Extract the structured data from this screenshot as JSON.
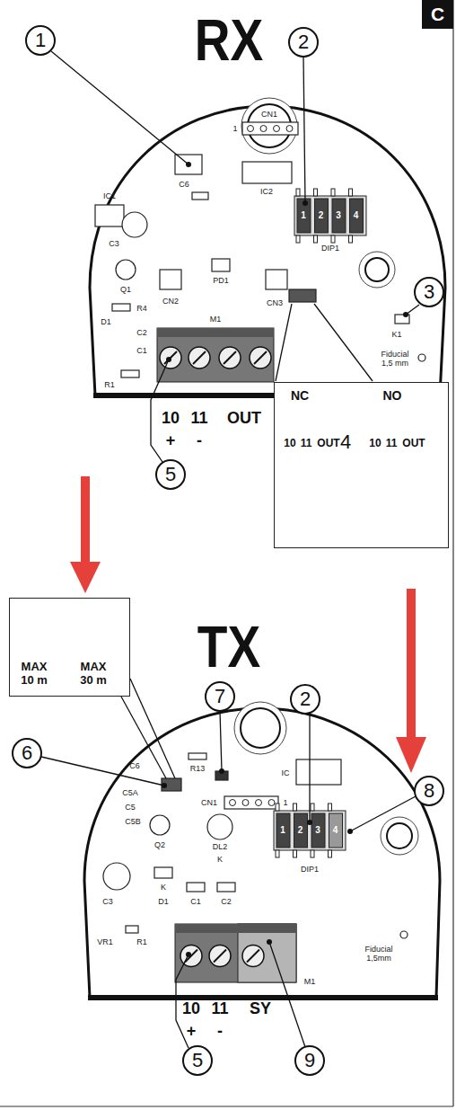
{
  "diagram": {
    "nodes": [
      {
        "text": [
          "C"
        ]
      },
      {
        "text": [
          "NC",
          "NO",
          "10",
          "11",
          "OUT",
          "10",
          "11",
          "OUT"
        ]
      },
      {
        "text": [
          "MAX 10 m",
          "MAX 30 m"
        ]
      }
    ],
    "labels": [
      "RX",
      "1",
      "2",
      "1",
      "CN1",
      "IC1",
      "C6",
      "IC2",
      "1",
      "2",
      "3",
      "4",
      "DIP1",
      "C3",
      "CN2",
      "PD1",
      "CN3",
      "3",
      "Q1",
      "D1",
      "R4",
      "C2",
      "C1",
      "R1",
      "M1",
      "K1",
      "Fiducial 1,5 mm",
      "10",
      "11",
      "OUT",
      "+",
      "-",
      "4",
      "5",
      "TX",
      "7",
      "2",
      "6",
      "C6",
      "R13",
      "IC",
      "C5A",
      "C5",
      "C5B",
      "CN1",
      "1",
      "8",
      "1",
      "2",
      "3",
      "4",
      "DIP1",
      "Q2",
      "DL2",
      "K",
      "K",
      "C3",
      "D1",
      "C1",
      "C2",
      "VR1",
      "R1",
      "M1",
      "Fiducial 1,5mm",
      "10",
      "11",
      "SY",
      "+",
      "-",
      "5",
      "9"
    ]
  }
}
